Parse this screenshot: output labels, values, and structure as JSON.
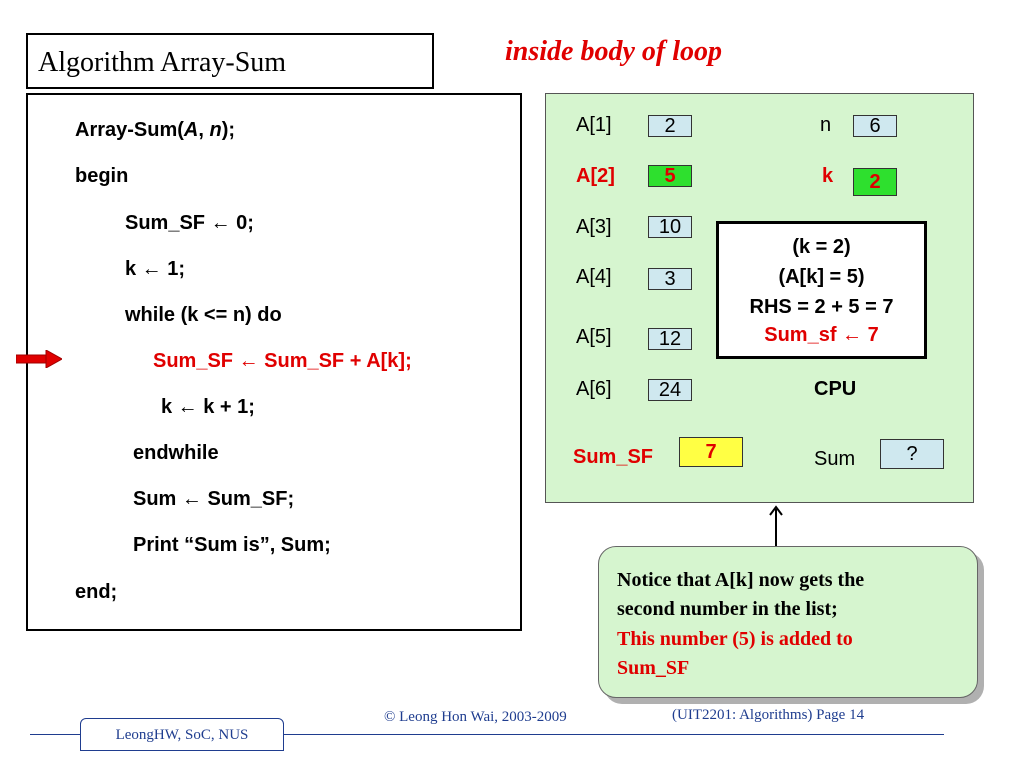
{
  "slide": {
    "title": "Algorithm Array-Sum",
    "subtitle": "inside body of loop"
  },
  "code": {
    "line_header_prefix": "Array-Sum(",
    "line_header_a": "A",
    "line_header_comma": ", ",
    "line_header_n": "n",
    "line_header_suffix": ");",
    "begin": "begin",
    "init_sum": "Sum_SF ← 0;",
    "init_k": "k ← 1;",
    "while": "while (k <= n) do",
    "loop_body": "Sum_SF ← Sum_SF + A[k];",
    "increment": "k ← k + 1;",
    "endwhile": "endwhile",
    "assign_sum": "Sum ← Sum_SF;",
    "print": "Print “Sum is”, Sum;",
    "end": "end;"
  },
  "memory": {
    "array": [
      {
        "label": "A[1]",
        "value": "2"
      },
      {
        "label": "A[2]",
        "value": "5"
      },
      {
        "label": "A[3]",
        "value": "10"
      },
      {
        "label": "A[4]",
        "value": "3"
      },
      {
        "label": "A[5]",
        "value": "12"
      },
      {
        "label": "A[6]",
        "value": "24"
      }
    ],
    "n_label": "n",
    "n_value": "6",
    "k_label": "k",
    "k_value": "2",
    "sum_sf_label": "Sum_SF",
    "sum_sf_value": "7",
    "sum_label": "Sum",
    "sum_value": "?",
    "cpu_label": "CPU",
    "highlight_color": "#2ee02e",
    "sum_sf_color": "#ffff44",
    "cell_color": "#cfe8ef",
    "panel_color": "#d6f5cf"
  },
  "cpu": {
    "line1": "(k = 2)",
    "line2": "(A[k] = 5)",
    "line3": "RHS = 2 + 5 = 7",
    "line4": "Sum_sf ← 7"
  },
  "notice": {
    "line1": "Notice that A[k] now gets the",
    "line2": "second number in the list;",
    "line3": "This number (5) is added to",
    "line4": "Sum_SF"
  },
  "footer": {
    "author": "LeongHW, SoC, NUS",
    "copyright": "© Leong Hon Wai, 2003-2009",
    "page": "(UIT2201: Algorithms) Page 14"
  },
  "colors": {
    "accent_red": "#e00000",
    "footer_blue": "#1f3d8f"
  }
}
